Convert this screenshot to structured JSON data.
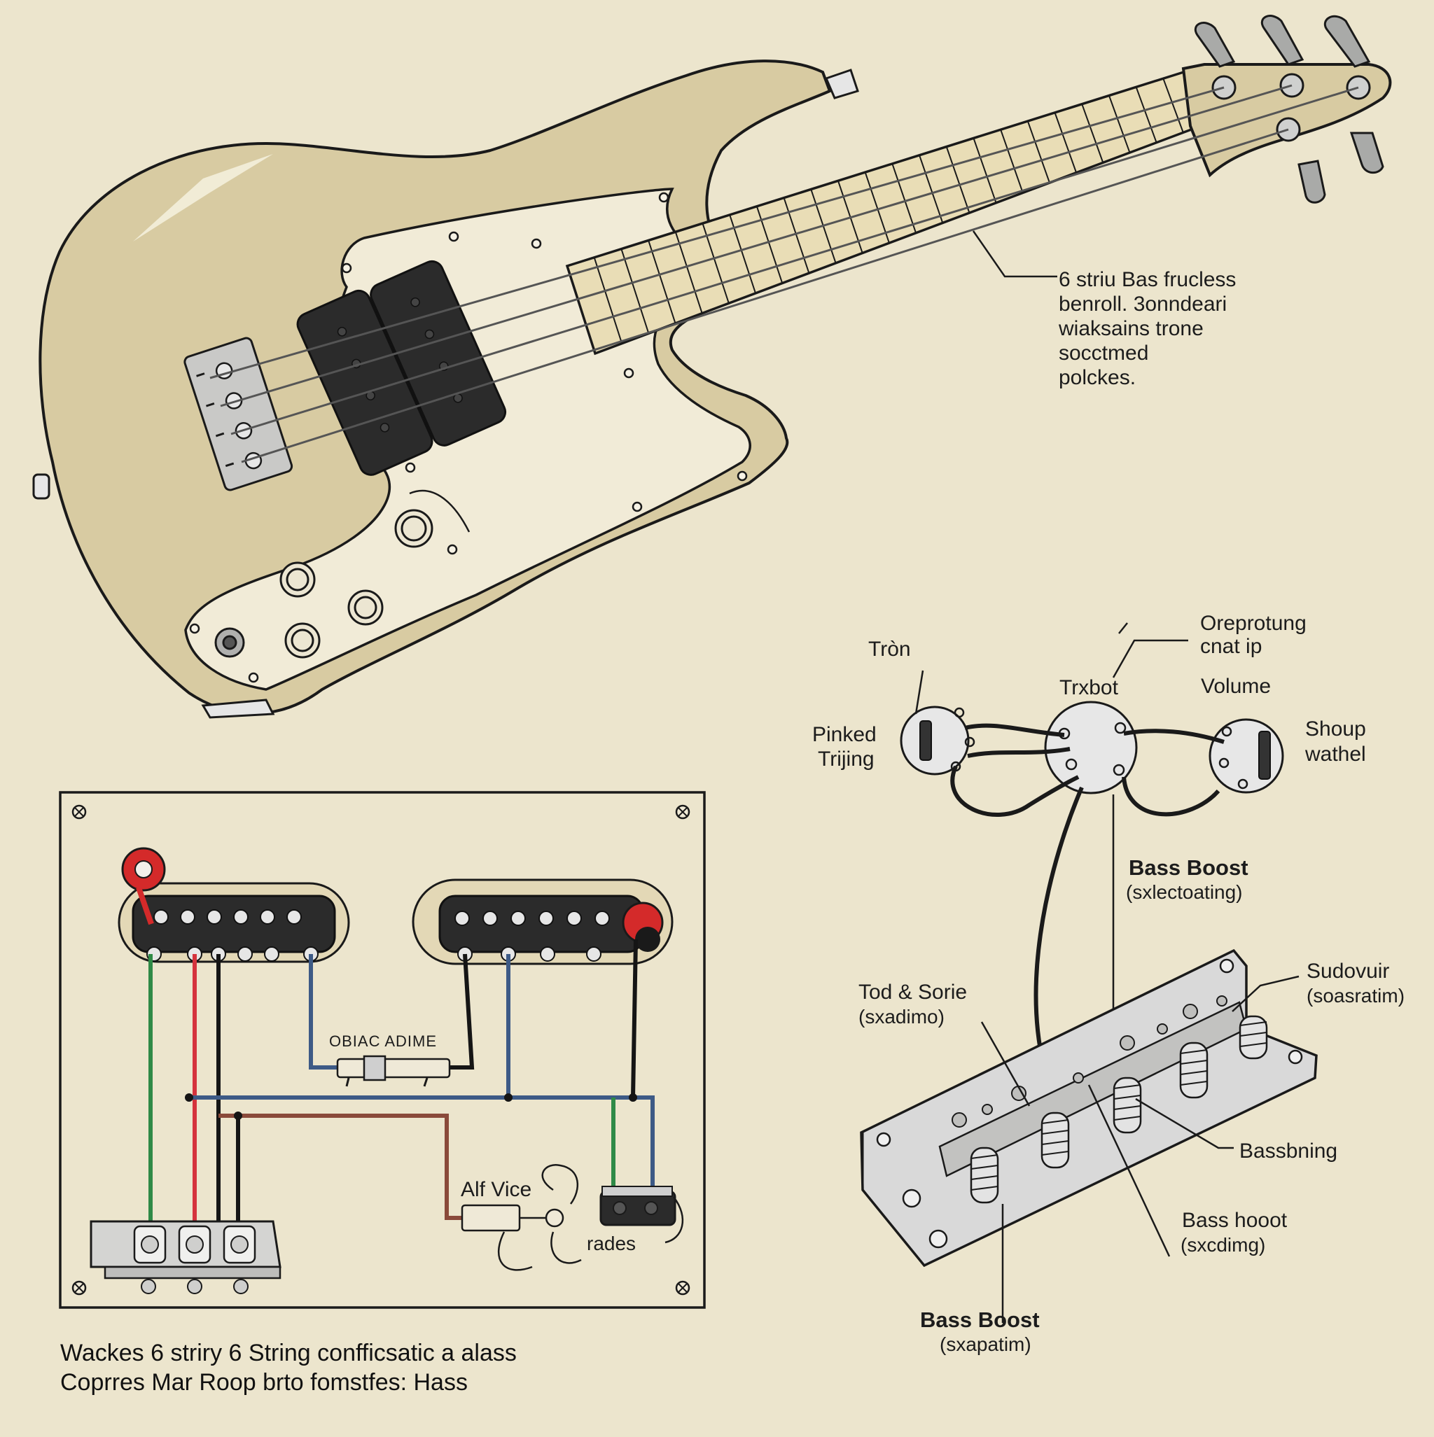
{
  "neck_callout": [
    "6 striu Bas frucless",
    "benroll. 3onndeari",
    "wiaksains trone",
    "socctmed",
    "polckes."
  ],
  "controls": {
    "tron": "Tròn",
    "oreprotung_1": "Oreprotung",
    "oreprotung_2": "cnat ip",
    "trxbot": "Trxbot",
    "volume": "Volume",
    "pinked_1": "Pinked",
    "pinked_2": "Trijing",
    "shoup_1": "Shoup",
    "shoup_2": "wathel"
  },
  "bridge_labels": {
    "bass_boost_1": "Bass Boost",
    "bass_boost_1_sub": "(sxlectoating)",
    "sudovuir": "Sudovuir",
    "sudovuir_sub": "(soasratim)",
    "tod_sorie": "Tod & Sorie",
    "tod_sorie_sub": "(sxadimo)",
    "bassbning": "Bassbning",
    "bass_hooot": "Bass hooot",
    "bass_hooot_sub": "(sxcdimg)",
    "bass_boost_2": "Bass Boost",
    "bass_boost_2_sub": "(sxapatim)"
  },
  "panel_labels": {
    "obiac": "OBIAC ADIME",
    "alf_vice": "Alf Vice",
    "rades": "rades"
  },
  "caption": [
    "Wackes 6 striry 6 String confficsatic a alass",
    "Coprres Mar Roop brto fomstfes: Hass"
  ],
  "colors": {
    "background": "#ece5cd",
    "body": "#d8cba2",
    "pickguard": "#f1ebd7",
    "pickup": "#2b2b2b",
    "fretboard": "#e9ddb6",
    "chrome": "#d9d9d9",
    "wire_green": "#2f8a47",
    "wire_red": "#d5333d",
    "wire_black": "#151515",
    "wire_blue": "#3d5a86",
    "wire_brown": "#8a4a3a",
    "marker_red": "#d42a2a"
  }
}
